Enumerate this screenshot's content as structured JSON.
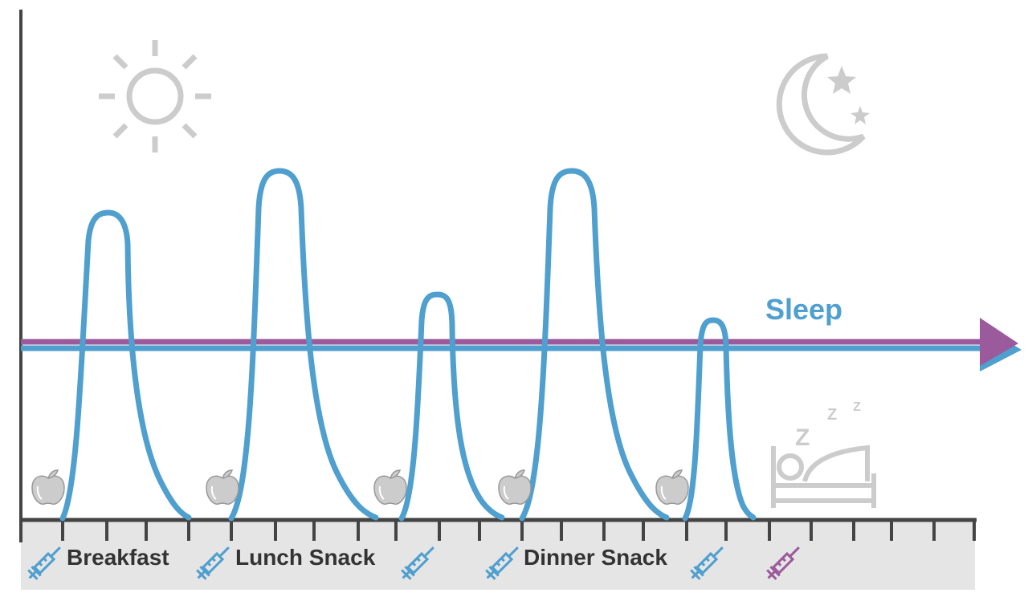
{
  "labels": {
    "breakfast": "Breakfast",
    "lunch_snack": "Lunch Snack",
    "dinner_snack": "Dinner Snack",
    "sleep": "Sleep"
  },
  "colors": {
    "glucose_curve": "#4f9fcf",
    "basal_line": "#9b5a9b",
    "icons": "#cccccc",
    "axis": "#444444",
    "band": "#e5e5e5",
    "text": "#333333"
  },
  "icons": [
    "sun-icon",
    "moon-stars-icon",
    "apple-icon",
    "syringe-icon",
    "bed-sleep-icon"
  ]
}
